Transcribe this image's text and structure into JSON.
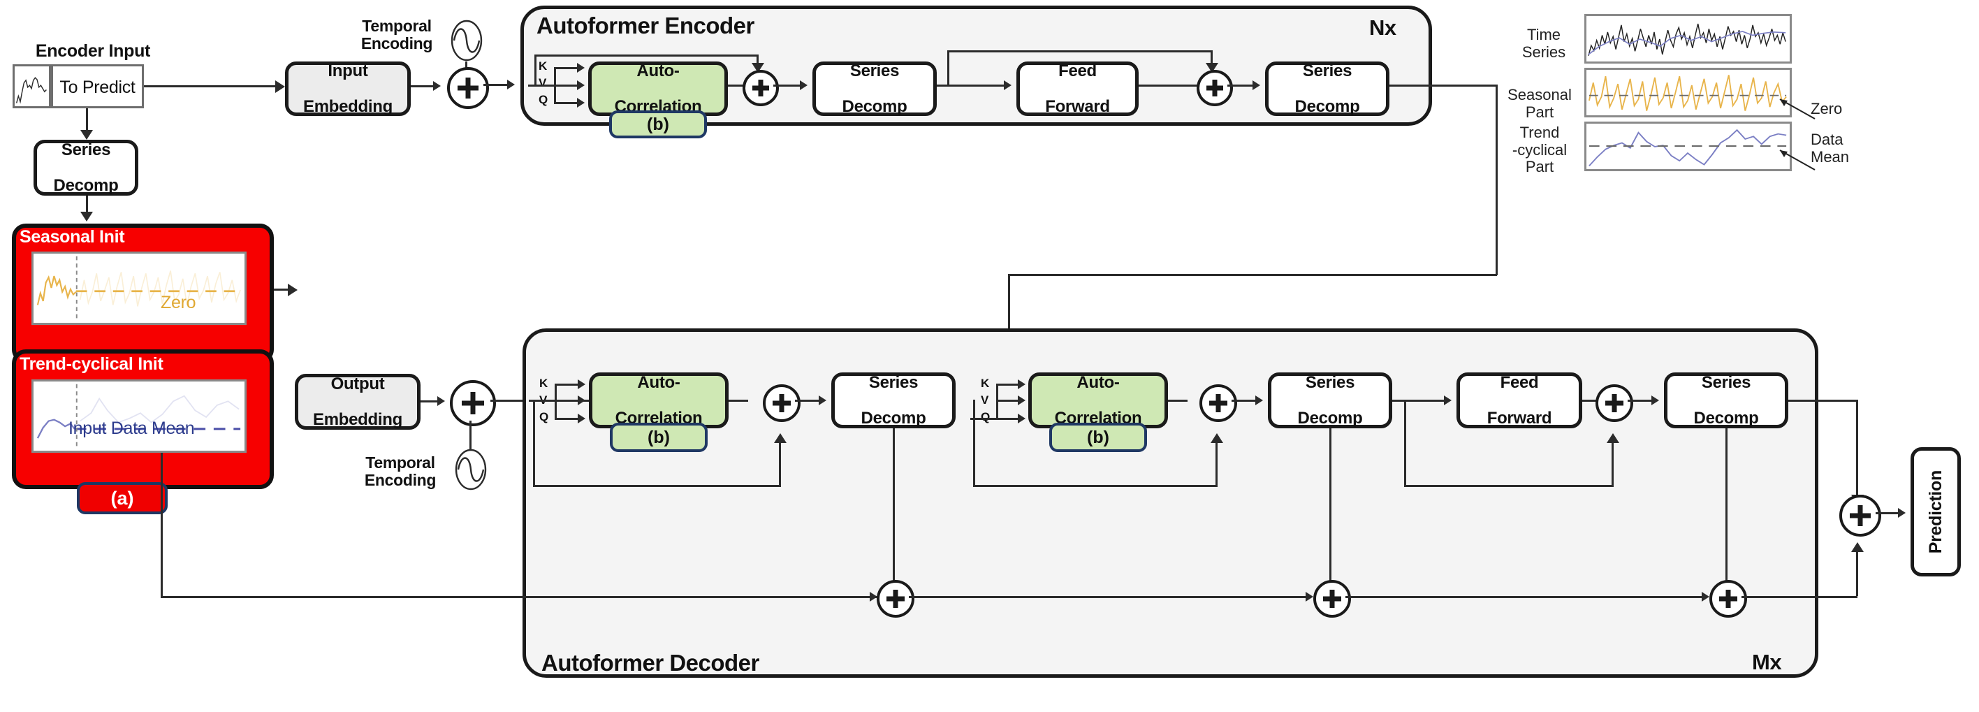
{
  "figure": {
    "domain": "architecture-diagram",
    "name": "Autoformer architecture"
  },
  "encoder_input": {
    "title": "Encoder Input",
    "to_predict_label": "To Predict"
  },
  "series_decomp_standalone": {
    "line1": "Series",
    "line2": "Decomp"
  },
  "init_card": {
    "seasonal_title": "Seasonal Init",
    "seasonal_chart_label": "Zero",
    "trend_title": "Trend-cyclical Init",
    "trend_chart_label": "Input Data Mean",
    "tab_label": "(a)"
  },
  "embeddings": {
    "input_embedding": {
      "line1": "Input",
      "line2": "Embedding"
    },
    "output_embedding": {
      "line1": "Output",
      "line2": "Embedding"
    }
  },
  "temporal_encoding": {
    "label_line1": "Temporal",
    "label_line2": "Encoding",
    "icon": "sine-wave-circle-icon"
  },
  "encoder": {
    "title": "Autoformer Encoder",
    "repeat_label": "Nx",
    "kvq": [
      "K",
      "V",
      "Q"
    ],
    "blocks": [
      {
        "name": "auto-correlation",
        "line1": "Auto-",
        "line2": "Correlation",
        "tab": "(b)"
      },
      {
        "name": "series-decomp-1",
        "line1": "Series",
        "line2": "Decomp"
      },
      {
        "name": "feed-forward",
        "line1": "Feed",
        "line2": "Forward"
      },
      {
        "name": "series-decomp-2",
        "line1": "Series",
        "line2": "Decomp"
      }
    ]
  },
  "decoder": {
    "title": "Autoformer Decoder",
    "repeat_label": "Mx",
    "kvq": [
      "K",
      "V",
      "Q"
    ],
    "blocks": [
      {
        "name": "auto-correlation-self",
        "line1": "Auto-",
        "line2": "Correlation",
        "tab": "(b)"
      },
      {
        "name": "series-decomp-1",
        "line1": "Series",
        "line2": "Decomp"
      },
      {
        "name": "auto-correlation-cross",
        "line1": "Auto-",
        "line2": "Correlation",
        "tab": "(b)"
      },
      {
        "name": "series-decomp-2",
        "line1": "Series",
        "line2": "Decomp"
      },
      {
        "name": "feed-forward",
        "line1": "Feed",
        "line2": "Forward"
      },
      {
        "name": "series-decomp-3",
        "line1": "Series",
        "line2": "Decomp"
      }
    ]
  },
  "prediction": {
    "label": "Prediction"
  },
  "legend": {
    "rows": [
      {
        "name": "time-series",
        "label_line1": "Time",
        "label_line2": "Series",
        "label_line3": "",
        "annotation": ""
      },
      {
        "name": "seasonal-part",
        "label_line1": "Seasonal",
        "label_line2": "Part",
        "label_line3": "",
        "annotation": "Zero"
      },
      {
        "name": "trend-part",
        "label_line1": "Trend",
        "label_line2": "-cyclical",
        "label_line3": "Part",
        "annotation_line1": "Data",
        "annotation_line2": "Mean"
      }
    ]
  },
  "colors": {
    "auto_correlation_green": "#cfe8b4",
    "init_card_red": "#f70000",
    "tab_border_navy": "#1f3864",
    "embedding_gray": "#ececec",
    "panel_gray": "#f4f4f4",
    "seasonal_orange": "#e8b44a",
    "trend_purple": "#7b7fc4",
    "stroke_black": "#1a1a1a"
  }
}
